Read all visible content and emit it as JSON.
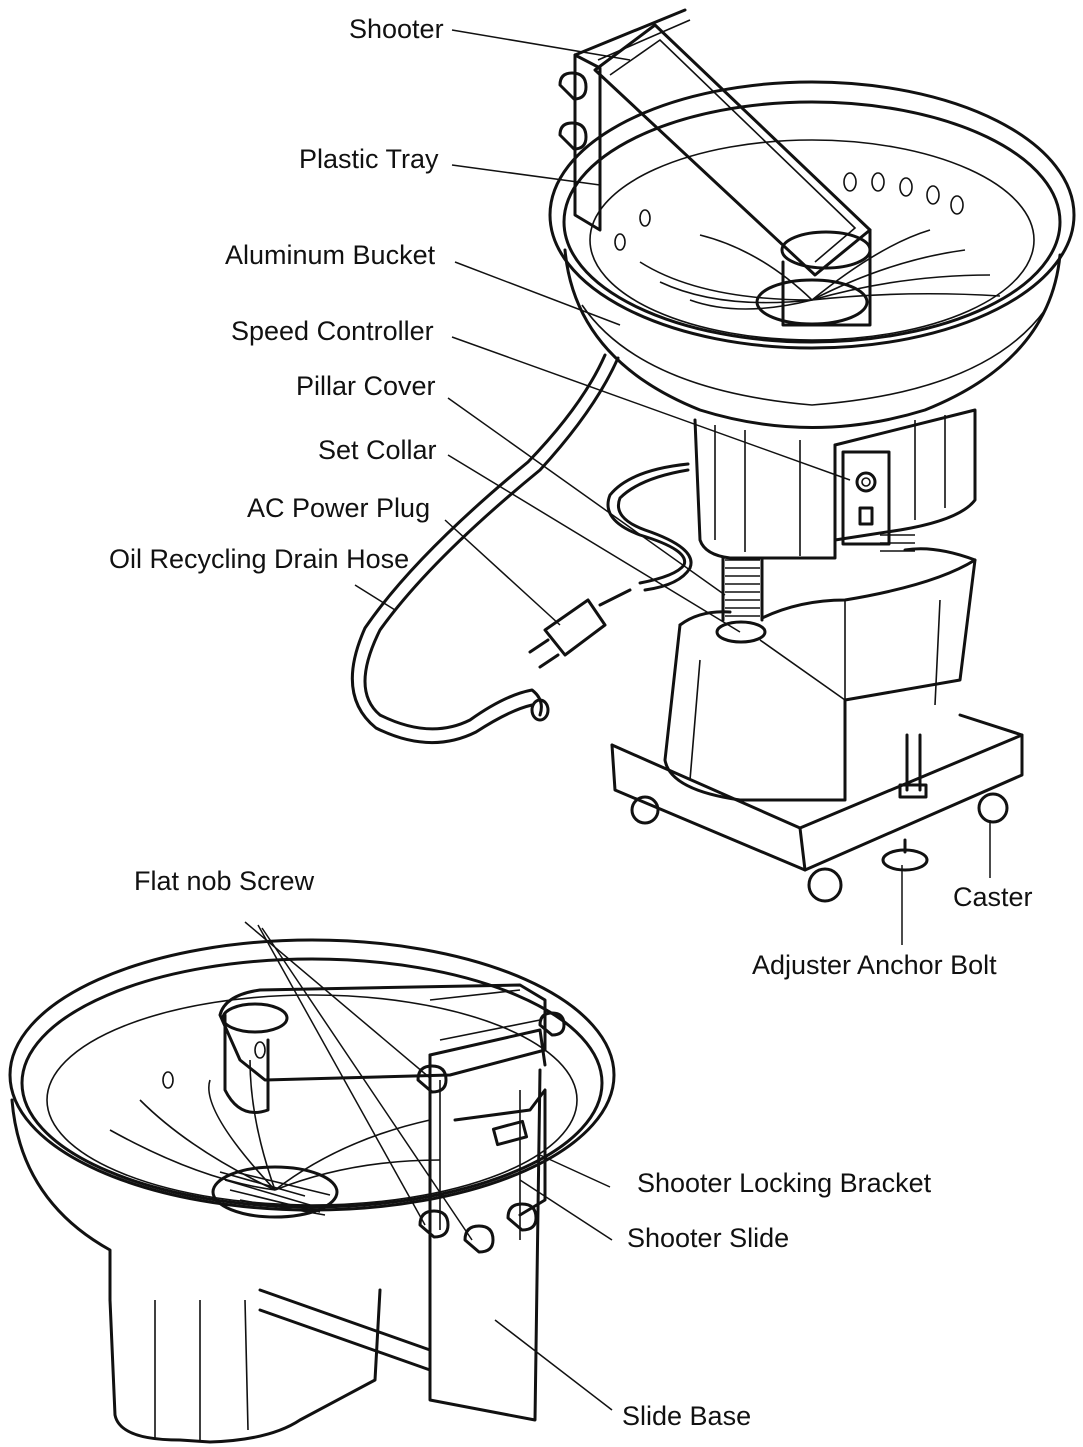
{
  "labels": {
    "shooter": "Shooter",
    "plastic_tray": "Plastic Tray",
    "aluminum_bucket": "Aluminum Bucket",
    "speed_controller": "Speed Controller",
    "pillar_cover": "Pillar Cover",
    "set_collar": "Set Collar",
    "ac_power_plug": "AC Power Plug",
    "oil_drain_hose": "Oil Recycling Drain Hose",
    "flat_nob_screw": "Flat nob Screw",
    "caster": "Caster",
    "adjuster_anchor_bolt": "Adjuster Anchor Bolt",
    "shooter_locking_bracket": "Shooter Locking Bracket",
    "shooter_slide": "Shooter Slide",
    "slide_base": "Slide Base"
  }
}
